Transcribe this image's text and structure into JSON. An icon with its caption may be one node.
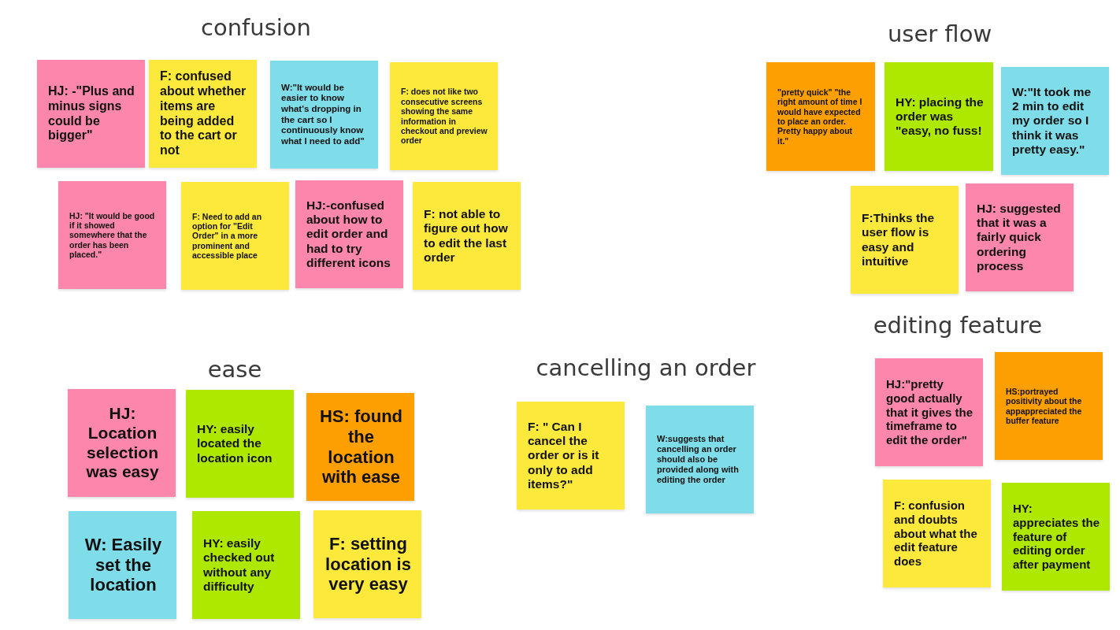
{
  "diagram": {
    "nodes": [
      {
        "text": [
          "HJ: -\"Plus and minus signs could be bigger\""
        ]
      },
      {
        "text": [
          "F: confused about whether items are being added to the cart or not"
        ]
      },
      {
        "text": [
          "W:\"It would be easier to know what's dropping in the cart so I continuously know what I need to add\""
        ]
      },
      {
        "text": [
          "F: does not like two consecutive screens showing the same information in checkout and preview order"
        ]
      },
      {
        "text": [
          "HJ: \"It would be good if it showed somewhere that the order has been placed.\""
        ]
      },
      {
        "text": [
          "F: Need to add an option for \"Edit Order\" in a more prominent and accessible place"
        ]
      },
      {
        "text": [
          "HJ:-confused about how to edit order and had to try different icons"
        ]
      },
      {
        "text": [
          "F: not able to figure out how to edit the last order"
        ]
      },
      {
        "text": [
          "\"pretty quick\" \"the right amount of time I would have expected to place an order. Pretty happy about it.\""
        ]
      },
      {
        "text": [
          "HY: placing the order was \"easy, no fuss!"
        ]
      },
      {
        "text": [
          "W:\"It took me 2 min to edit my order so I think it was pretty easy.\""
        ]
      },
      {
        "text": [
          "F:Thinks the user flow is easy and intuitive"
        ]
      },
      {
        "text": [
          "HJ: suggested that it was a fairly quick ordering process"
        ]
      },
      {
        "text": [
          "HJ:\"pretty good actually that it gives the timeframe to edit the order\""
        ]
      },
      {
        "text": [
          "HS:portrayed positivity about the appappreciated the buffer feature"
        ]
      },
      {
        "text": [
          "F: confusion and doubts about what the edit feature does"
        ]
      },
      {
        "text": [
          "HY: appreciates the feature of editing order after payment"
        ]
      },
      {
        "text": [
          "F: \" Can I cancel the order or is it only to add items?\""
        ]
      },
      {
        "text": [
          "W:suggests that cancelling an order should also be provided along with editing the order"
        ]
      },
      {
        "text": [
          "HJ: Location selection was easy"
        ]
      },
      {
        "text": [
          "HY: easily located the location icon"
        ]
      },
      {
        "text": [
          "HS: found the location with ease"
        ]
      },
      {
        "text": [
          "W: Easily set the location"
        ]
      },
      {
        "text": [
          "HY: easily checked out without any difficulty"
        ]
      },
      {
        "text": [
          "F: setting location is very easy"
        ]
      }
    ],
    "labels": [
      "confusion",
      "user flow",
      "editing feature",
      "cancelling an order",
      "ease"
    ]
  }
}
